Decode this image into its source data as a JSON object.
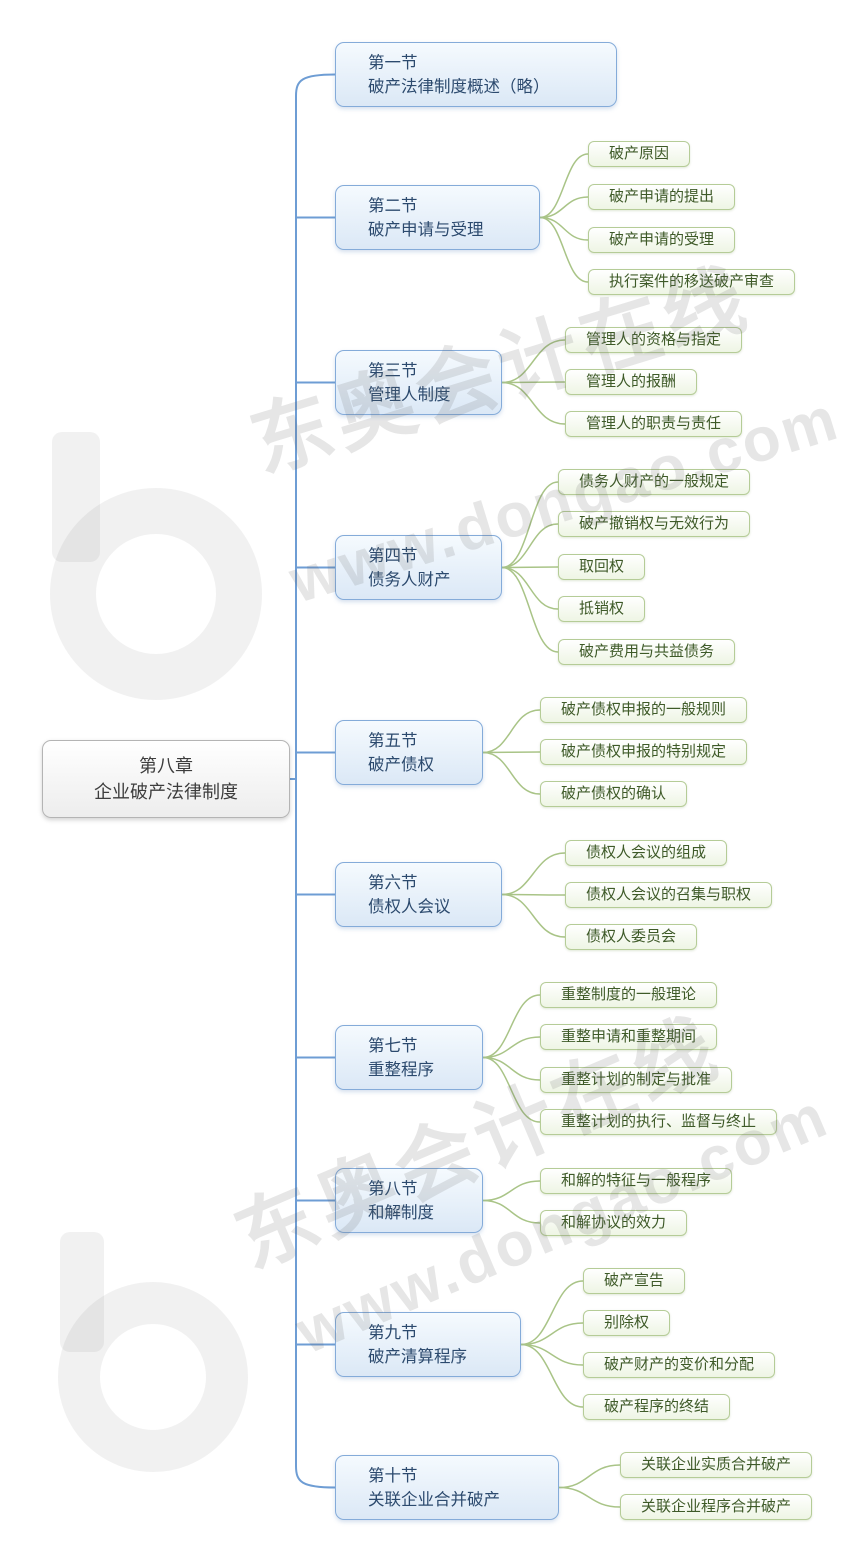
{
  "colors": {
    "section_border": "#84abd9",
    "section_text": "#2c4a6e",
    "leaf_border": "#b5cc97",
    "leaf_text": "#3e5a28",
    "main_line": "#6e9dd4",
    "branch_line": "#a9c487"
  },
  "root": {
    "line1": "第八章",
    "line2": "企业破产法律制度"
  },
  "sections": [
    {
      "label": "第一节",
      "title": "破产法律制度概述（略）",
      "children": []
    },
    {
      "label": "第二节",
      "title": "破产申请与受理",
      "children": [
        "破产原因",
        "破产申请的提出",
        "破产申请的受理",
        "执行案件的移送破产审查"
      ]
    },
    {
      "label": "第三节",
      "title": "管理人制度",
      "children": [
        "管理人的资格与指定",
        "管理人的报酬",
        "管理人的职责与责任"
      ]
    },
    {
      "label": "第四节",
      "title": "债务人财产",
      "children": [
        "债务人财产的一般规定",
        "破产撤销权与无效行为",
        "取回权",
        "抵销权",
        "破产费用与共益债务"
      ]
    },
    {
      "label": "第五节",
      "title": "破产债权",
      "children": [
        "破产债权申报的一般规则",
        "破产债权申报的特别规定",
        "破产债权的确认"
      ]
    },
    {
      "label": "第六节",
      "title": "债权人会议",
      "children": [
        "债权人会议的组成",
        "债权人会议的召集与职权",
        "债权人委员会"
      ]
    },
    {
      "label": "第七节",
      "title": "重整程序",
      "children": [
        "重整制度的一般理论",
        "重整申请和重整期间",
        "重整计划的制定与批准",
        "重整计划的执行、监督与终止"
      ]
    },
    {
      "label": "第八节",
      "title": "和解制度",
      "children": [
        "和解的特征与一般程序",
        "和解协议的效力"
      ]
    },
    {
      "label": "第九节",
      "title": "破产清算程序",
      "children": [
        "破产宣告",
        "别除权",
        "破产财产的变价和分配",
        "破产程序的终结"
      ]
    },
    {
      "label": "第十节",
      "title": "关联企业合并破产",
      "children": [
        "关联企业实质合并破产",
        "关联企业程序合并破产"
      ]
    }
  ],
  "watermark": {
    "brand": "东奥会计在线",
    "url": "www.dongao.com"
  }
}
